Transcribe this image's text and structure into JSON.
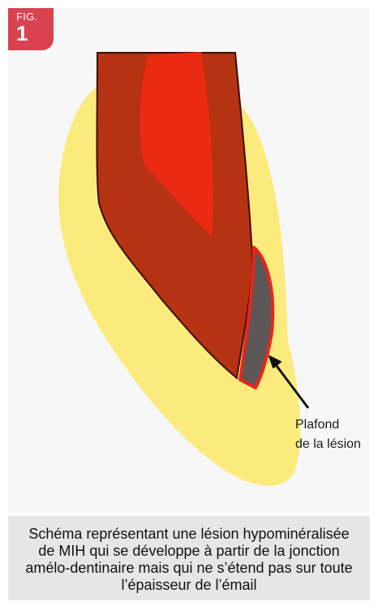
{
  "figure": {
    "badge_label": "FIG.",
    "badge_number": "1",
    "annotation_line1": "Plafond",
    "annotation_line2": "de la lésion",
    "caption": "Schéma représentant une lésion hypominéralisée de MIH qui se développe à partir de la jonction amélo-dentinaire mais qui ne s’étend pas sur toute l’épaisseur de l’émail"
  },
  "colors": {
    "badge": "#d9434f",
    "enamel": "#fbeb7c",
    "dentin": "#b53212",
    "pulp": "#ea2a12",
    "lesion": "#5d5656",
    "lesion_outline": "#e8251c",
    "caption_bg": "#e6e6e6"
  }
}
